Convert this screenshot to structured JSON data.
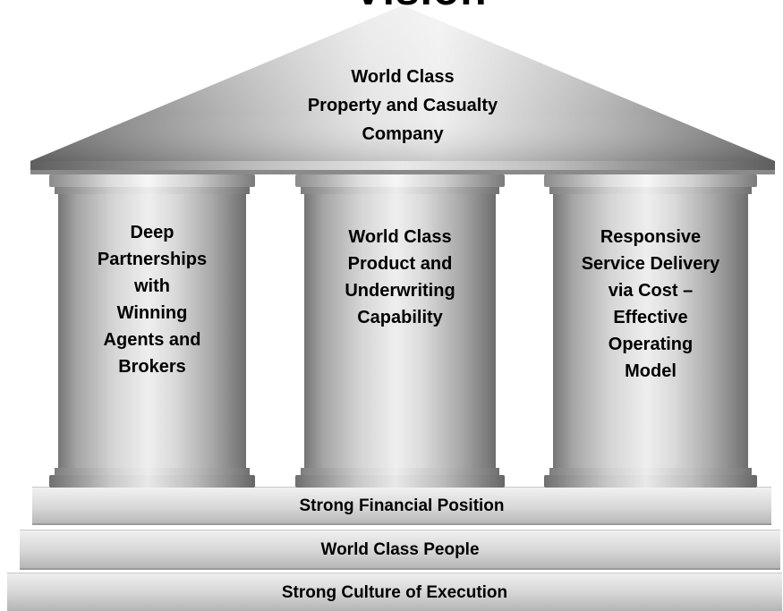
{
  "top_title": "Vision",
  "roof": {
    "label_lines": [
      "World Class",
      "Property and  Casualty",
      "Company"
    ]
  },
  "pillars": [
    {
      "label_lines": [
        "Deep",
        "Partnerships",
        "with",
        "Winning",
        "Agents and",
        "Brokers"
      ]
    },
    {
      "label_lines": [
        "World Class",
        "Product and",
        "Underwriting",
        "Capability"
      ]
    },
    {
      "label_lines": [
        "Responsive",
        "Service Delivery",
        "via Cost –",
        "Effective",
        "Operating",
        "Model"
      ]
    }
  ],
  "steps": [
    {
      "label": "Strong Financial Position"
    },
    {
      "label": "World Class People"
    },
    {
      "label": "Strong Culture of Execution"
    }
  ]
}
